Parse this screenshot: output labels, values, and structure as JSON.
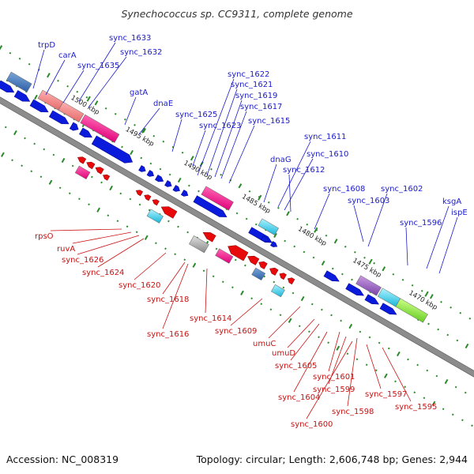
{
  "title": "Synechococcus sp. CC9311, complete genome",
  "footer": {
    "accession": "Accession: NC_008319",
    "summary": "Topology: circular; Length: 2,606,748 bp; Genes: 2,944"
  },
  "colors": {
    "forward_arrow": "#0a1bdc",
    "reverse_arrow": "#e80a0a",
    "forward_label": "#1a1acc",
    "reverse_label": "#cc1111",
    "backbone": "#8c8c8c",
    "tick": "#2a8a2a"
  },
  "scale_labels": [
    "1500 kbp",
    "1495 kbp",
    "1490 kbp",
    "1485 kbp",
    "1480 kbp",
    "1475 kbp",
    "1470 kbp"
  ],
  "forward_labels": [
    "trpD",
    "carA",
    "sync_1633",
    "sync_1635",
    "sync_1632",
    "gatA",
    "dnaE",
    "sync_1625",
    "sync_1623",
    "sync_1622",
    "sync_1621",
    "sync_1619",
    "sync_1617",
    "sync_1615",
    "dnaG",
    "sync_1611",
    "sync_1610",
    "sync_1612",
    "sync_1608",
    "sync_1603",
    "sync_1602",
    "sync_1596",
    "ksgA",
    "ispE"
  ],
  "reverse_labels": [
    "rpsO",
    "ruvA",
    "sync_1626",
    "sync_1624",
    "sync_1620",
    "sync_1618",
    "sync_1616",
    "sync_1614",
    "sync_1609",
    "umuC",
    "umuD",
    "sync_1605",
    "sync_1604",
    "sync_1601",
    "sync_1599",
    "sync_1598",
    "sync_1600",
    "sync_1597",
    "sync_1595"
  ]
}
